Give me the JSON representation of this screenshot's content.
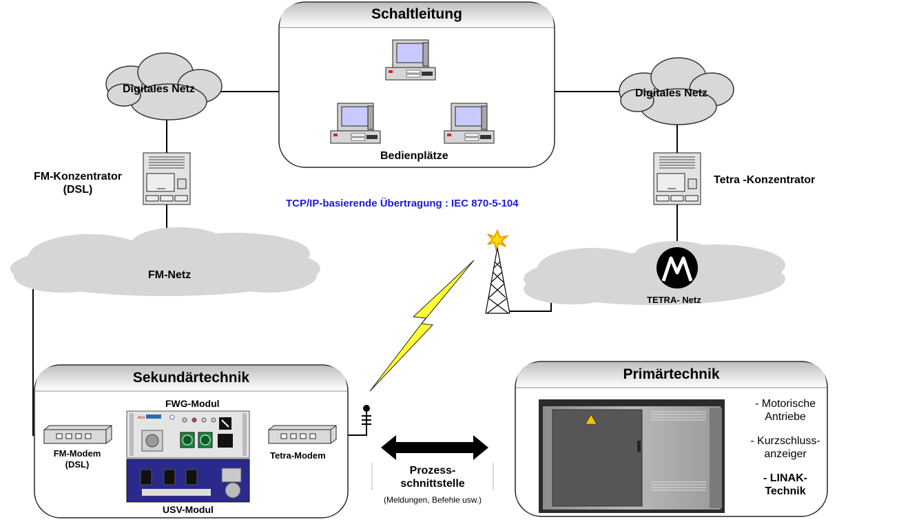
{
  "panels": {
    "schaltleitung": "Schaltleitung",
    "sekundaer": "Sekundärtechnik",
    "primaer": "Primärtechnik"
  },
  "labels": {
    "digitales_netz_left": "Digitales Netz",
    "digitales_netz_right": "Digitales Netz",
    "bedienplaetze": "Bedienplätze",
    "fm_konzentrator_1": "FM-Konzentrator",
    "fm_konzentrator_2": "(DSL)",
    "tetra_konzentrator": "Tetra -Konzentrator",
    "protocol": "TCP/IP-basierende Übertragung : IEC 870-5-104",
    "fm_netz": "FM-Netz",
    "tetra_netz": "TETRA- Netz",
    "fwg_modul": "FWG-Modul",
    "usv_modul": "USV-Modul",
    "fm_modem_1": "FM-Modem",
    "fm_modem_2": "(DSL)",
    "tetra_modem": "Tetra-Modem",
    "prozess_1": "Prozess-",
    "prozess_2": "schnittstelle",
    "prozess_sub": "(Meldungen, Befehle usw.)"
  },
  "primaer_list": [
    {
      "line1": "- Motorische",
      "line2": "Antriebe",
      "bold": false
    },
    {
      "line1": "- Kurzschluss-",
      "line2": "anzeiger",
      "bold": false
    },
    {
      "line1": "- LINAK-",
      "line2": "Technik",
      "bold": true
    }
  ],
  "icons": [
    "cloud-icon",
    "desktop-computer-icon",
    "server-icon",
    "modem-icon",
    "radio-tower-icon",
    "lightning-icon",
    "antenna-icon",
    "motorola-logo-icon",
    "double-arrow-icon",
    "cabinet-icon"
  ],
  "colors": {
    "protocol_text": "#1a1ae6",
    "lightning": "#ffff33",
    "usv_module": "#2a2a8c",
    "panel_header": "#d9d9d9",
    "cloud": "#d8d8d8"
  }
}
